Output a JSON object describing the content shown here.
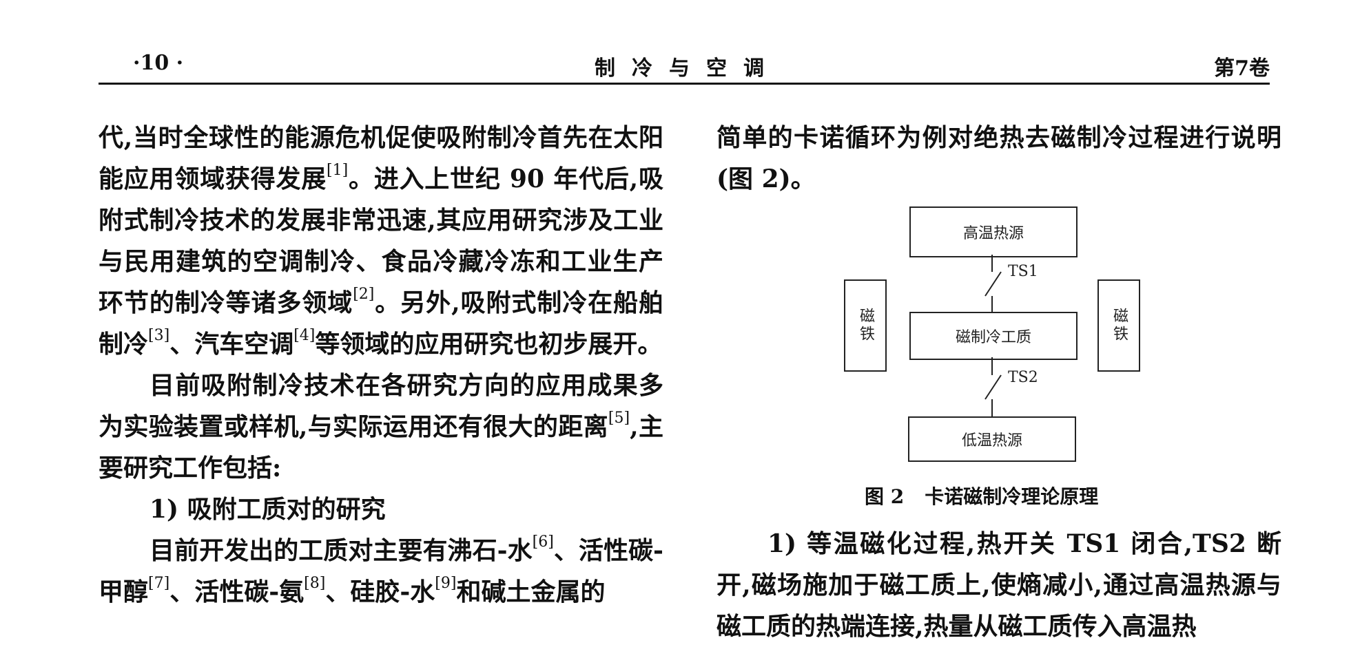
{
  "header": {
    "page": "·10 ·",
    "journal": "制冷与空调",
    "volume": "第7卷"
  },
  "left_column": {
    "p1": [
      {
        "t": "代,当时全球性的能源危机促使吸附制冷首先在太阳能应用领域获得发展"
      },
      {
        "sup": "[1]"
      },
      {
        "t": "。进入上世纪 90 年代后,吸附式制冷技术的发展非常迅速,其应用研究涉及工业与民用建筑的空调制冷、食品冷藏冷冻和工业生产环节的制冷等诸多领域"
      },
      {
        "sup": "[2]"
      },
      {
        "t": "。另外,吸附式制冷在船舶制冷"
      },
      {
        "sup": "[3]"
      },
      {
        "t": "、汽车空调"
      },
      {
        "sup": "[4]"
      },
      {
        "t": "等领域的应用研究也初步展开。"
      }
    ],
    "p2": [
      {
        "t": "目前吸附制冷技术在各研究方向的应用成果多为实验装置或样机,与实际运用还有很大的距离"
      },
      {
        "sup": "[5]"
      },
      {
        "t": ",主要研究工作包括:"
      }
    ],
    "p3": "1) 吸附工质对的研究",
    "p4": [
      {
        "t": "目前开发出的工质对主要有沸石-水"
      },
      {
        "sup": "[6]"
      },
      {
        "t": "、活性碳-甲醇"
      },
      {
        "sup": "[7]"
      },
      {
        "t": "、活性碳-氨"
      },
      {
        "sup": "[8]"
      },
      {
        "t": "、硅胶-水"
      },
      {
        "sup": "[9]"
      },
      {
        "t": "和碱土金属的"
      }
    ]
  },
  "right_column": {
    "p1": "简单的卡诺循环为例对绝热去磁制冷过程进行说明(图 2)。",
    "p2": "1) 等温磁化过程,热开关 TS1 闭合,TS2 断开,磁场施加于磁工质上,使熵减小,通过高温热源与磁工质的热端连接,热量从磁工质传入高温热"
  },
  "figure": {
    "hot_source": "高温热源",
    "material": "磁制冷工质",
    "cold_source": "低温热源",
    "magnet_left": "磁铁",
    "magnet_right": "磁铁",
    "switch1": "TS1",
    "switch2": "TS2",
    "caption_num": "图 2",
    "caption_text": "卡诺磁制冷理论原理"
  }
}
